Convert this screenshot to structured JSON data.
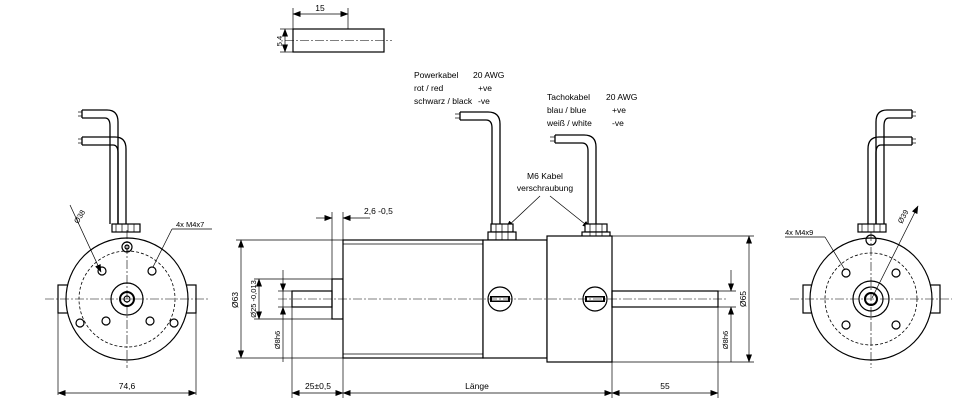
{
  "pin_detail": {
    "length_label": "15",
    "height_label": "5,4"
  },
  "power_cable": {
    "title": "Powerkabel",
    "gauge": "20 AWG",
    "line1_label": "rot / red",
    "line1_polarity": "+ve",
    "line2_label": "schwarz / black",
    "line2_polarity": "-ve"
  },
  "tacho_cable": {
    "title": "Tachokabel",
    "gauge": "20 AWG",
    "line1_label": "blau / blue",
    "line1_polarity": "+ve",
    "line2_label": "weiß / white",
    "line2_polarity": "-ve"
  },
  "gland": {
    "line1": "M6 Kabel",
    "line2": "verschraubung"
  },
  "left_view": {
    "bolt_circle": "Ø38",
    "threads": "4x M4x7",
    "width": "74,6"
  },
  "right_view": {
    "bolt_circle": "Ø39",
    "threads": "4x M4x9"
  },
  "side_view": {
    "pilot_depth": "2,6 -0,5",
    "body_dia": "Ø63",
    "pilot_dia": "Ø25 -0,013",
    "left_shaft_dia": "Ø8h6",
    "shaft_len_left": "25±0,5",
    "length": "Länge",
    "shaft_len_right": "55",
    "right_shaft_dia": "Ø8h6",
    "right_body_dia": "Ø65"
  }
}
